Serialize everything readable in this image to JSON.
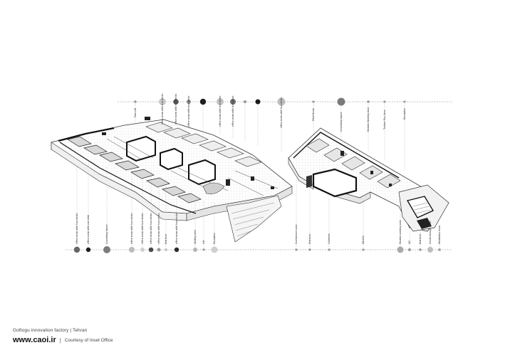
{
  "caption": {
    "title": "Goftogu innovation factory",
    "divider": "|",
    "location": "Tehran",
    "brand": "www.caoi.ir",
    "credit_divider": "|",
    "credit": "Courtesy of Inset Office"
  },
  "top_labels": [
    "Pass Lift",
    "office room with four desks",
    "office room with four desks",
    "office room with four desks",
    "office room with four desks",
    "office room with four desks",
    "office room with four desks",
    "Meet Room",
    "Coworking Space",
    "Modern Working Area",
    "Toddler Play Area",
    "Reception"
  ],
  "bottom_labels": [
    "office room with four desks",
    "office room with one desk",
    "Coworking Space",
    "office room with four desks",
    "office room with four desks",
    "office room with four desks",
    "office room with four desks",
    "Entrance",
    "office room with four desks",
    "Waiting Area",
    "Lift",
    "Reception",
    "Conference room",
    "Entrance",
    "Cafeteria",
    "Kitchen",
    "Modern working area",
    "WC",
    "Entrance",
    "Closet storage room",
    "Meditation room"
  ]
}
